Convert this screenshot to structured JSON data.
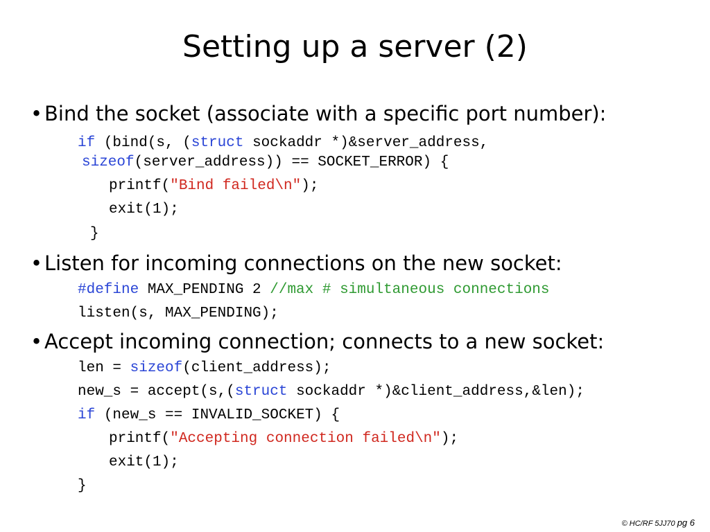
{
  "slide": {
    "title": "Setting up a server (2)",
    "footer_left": "© HC/RF 5JJ70",
    "footer_page": "pg 6"
  },
  "sections": [
    {
      "bullet": "•",
      "heading": "Bind the socket (associate with a specific port number):",
      "code": {
        "l1_kw1": "if",
        "l1_a": " (bind(s, (",
        "l1_kw2": "struct",
        "l1_b": " sockaddr *)&server_address,",
        "l2_kw": "sizeof",
        "l2_a": "(server_address)) == SOCKET_ERROR) {",
        "l3_a": "printf(",
        "l3_str": "\"Bind failed\\n\"",
        "l3_b": ");",
        "l4": "exit(1);",
        "l5": "}"
      }
    },
    {
      "bullet": "•",
      "heading": "Listen for incoming connections on the new socket:",
      "code": {
        "l1_kw": "#define",
        "l1_a": " MAX_PENDING 2 ",
        "l1_cmt": "//max # simultaneous connections",
        "l2": "listen(s, MAX_PENDING);"
      }
    },
    {
      "bullet": "•",
      "heading": "Accept incoming connection; connects to a new socket:",
      "code": {
        "l1_a": "len = ",
        "l1_kw": "sizeof",
        "l1_b": "(client_address);",
        "l2_a": "new_s = accept(s,(",
        "l2_kw": "struct",
        "l2_b": " sockaddr *)&client_address,&len);",
        "l3_kw": "if",
        "l3_a": " (new_s == INVALID_SOCKET) {",
        "l4_a": "printf(",
        "l4_str": "\"Accepting connection failed\\n\"",
        "l4_b": ");",
        "l5": "exit(1);",
        "l6": "}"
      }
    }
  ],
  "colors": {
    "keyword": "#2a45d6",
    "string": "#d0281f",
    "comment": "#2f9a32"
  }
}
